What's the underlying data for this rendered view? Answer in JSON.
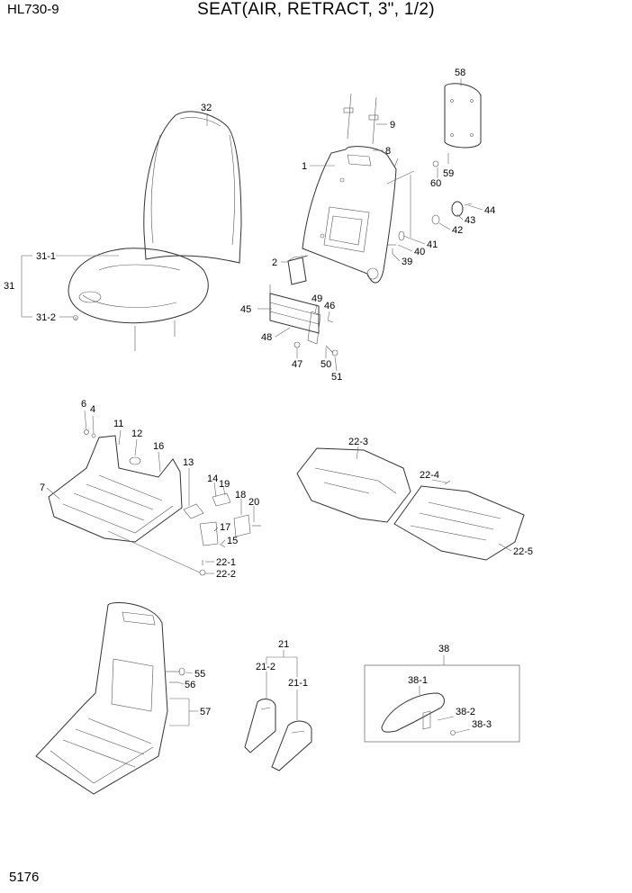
{
  "header": {
    "model": "HL730-9",
    "title": "SEAT(AIR, RETRACT, 3\", 1/2)"
  },
  "footer": {
    "page_number": "5176"
  },
  "callouts": [
    "32",
    "31-1",
    "31",
    "31-2",
    "1",
    "2",
    "8",
    "9",
    "58",
    "59",
    "60",
    "44",
    "42",
    "43",
    "41",
    "40",
    "39",
    "45",
    "48",
    "49",
    "46",
    "47",
    "50",
    "51",
    "6",
    "4",
    "11",
    "12",
    "16",
    "7",
    "13",
    "14",
    "19",
    "18",
    "20",
    "17",
    "15",
    "22-1",
    "22-2",
    "22-3",
    "22-4",
    "22-5",
    "55",
    "56",
    "57",
    "21",
    "21-2",
    "21-1",
    "38",
    "38-1",
    "38-2",
    "38-3"
  ]
}
